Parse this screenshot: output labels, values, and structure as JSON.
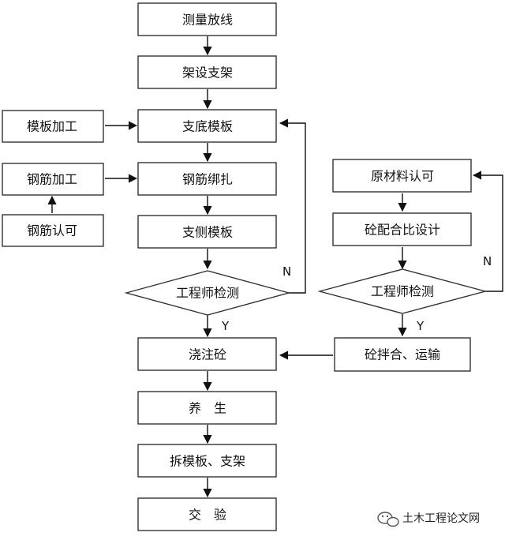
{
  "flowchart": {
    "main": {
      "survey": "测量放线",
      "support": "架设支架",
      "bottom_formwork": "支底模板",
      "rebar_tying": "钢筋绑扎",
      "side_formwork": "支侧模板",
      "engineer_check": "工程师检测",
      "pour": "浇注砼",
      "curing": "养　生",
      "remove": "拆模板、支架",
      "handover": "交　验"
    },
    "left": {
      "formwork_processing": "模板加工",
      "rebar_processing": "钢筋加工",
      "rebar_approval": "钢筋认可"
    },
    "right": {
      "material_approval": "原材料认可",
      "mix_design": "砼配合比设计",
      "engineer_check": "工程师检测",
      "mix_transport": "砼拌合、运输"
    },
    "branch": {
      "no": "N",
      "yes": "Y"
    }
  },
  "watermark": {
    "text": "土木工程论文网"
  }
}
